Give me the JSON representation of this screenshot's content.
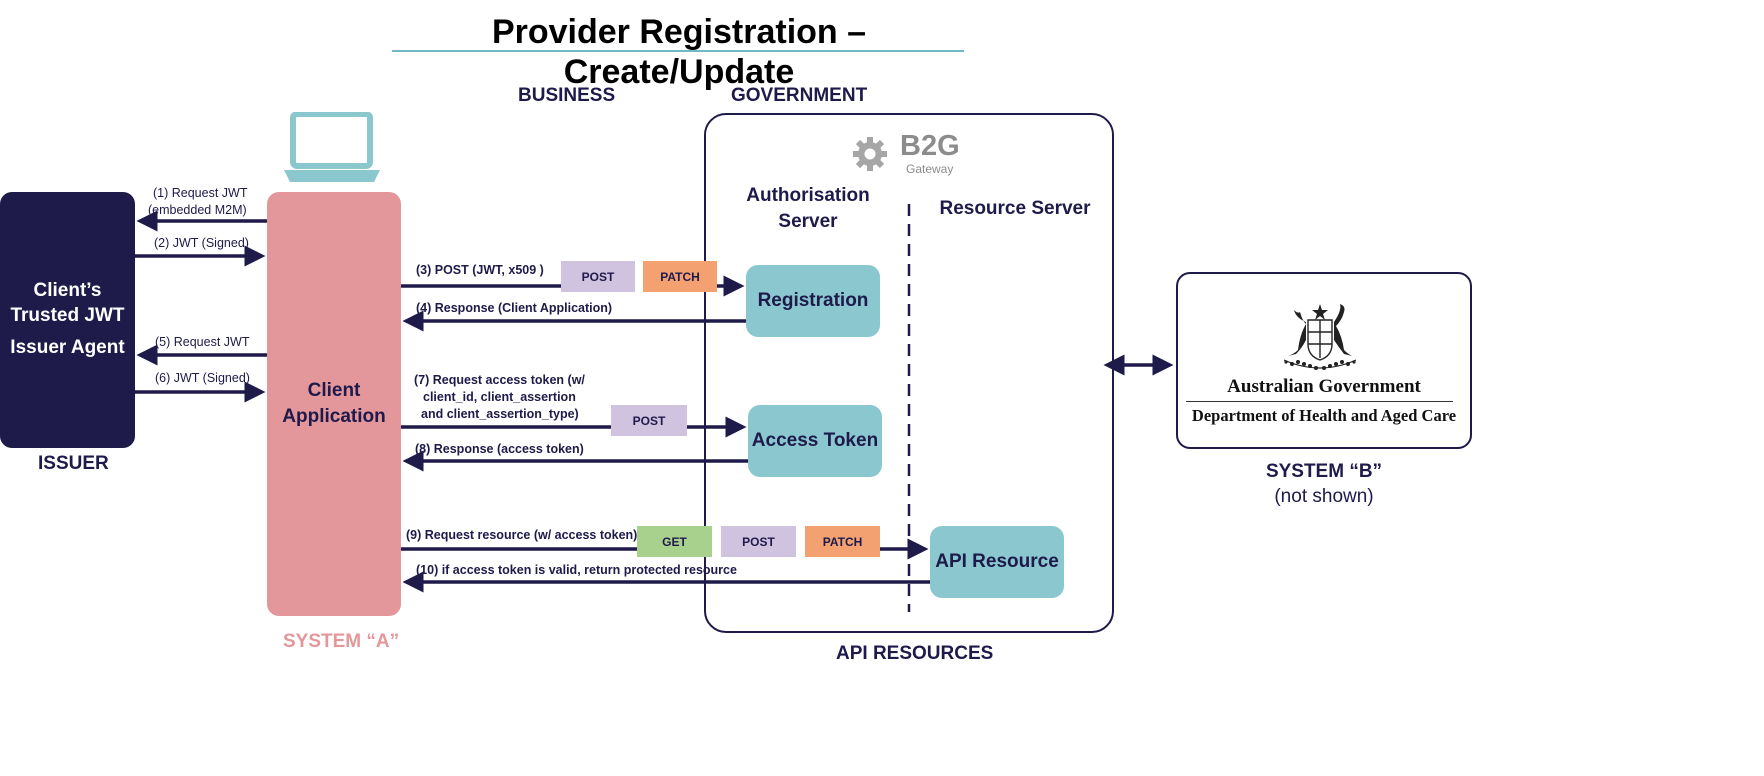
{
  "title": "Provider Registration – Create/Update",
  "sections": {
    "business": "BUSINESS",
    "government": "GOVERNMENT",
    "api_resources": "API RESOURCES",
    "issuer": "ISSUER",
    "system_a": "SYSTEM “A”",
    "system_b": "SYSTEM “B”",
    "system_b_note": "(not shown)"
  },
  "issuer_box": {
    "line1": "Client’s",
    "line2": "Trusted JWT",
    "line3": "Issuer Agent"
  },
  "client_box": {
    "line1": "Client",
    "line2": "Application"
  },
  "gateway": {
    "name": "B2G",
    "sub": "Gateway"
  },
  "servers": {
    "auth_line1": "Authorisation",
    "auth_line2": "Server",
    "resource": "Resource Server"
  },
  "endpoints": {
    "registration": "Registration",
    "access_token": "Access Token",
    "api_resource": "API Resource"
  },
  "external": {
    "org": "Australian Government",
    "dept": "Department of Health and Aged Care"
  },
  "steps": {
    "s1a": "(1) Request JWT",
    "s1b": "(embedded M2M)",
    "s2": "(2) JWT (Signed)",
    "s3": "(3) POST (JWT, x509 )",
    "s4": "(4) Response (Client Application)",
    "s5": "(5) Request JWT",
    "s6": "(6) JWT (Signed)",
    "s7a": "(7) Request access token (w/",
    "s7b": "client_id, client_assertion",
    "s7c": "and client_assertion_type)",
    "s8": "(8) Response (access token)",
    "s9": "(9) Request resource (w/ access token)",
    "s10": "(10) if access token is valid, return protected resource"
  },
  "methods": {
    "post": "POST",
    "patch": "PATCH",
    "get": "GET"
  },
  "colors": {
    "navy": "#1e1a4a",
    "client_pink": "#e4979a",
    "teal": "#8ac7cf",
    "post": "#cfc3df",
    "patch": "#f4a172",
    "get": "#a9d18e",
    "laptop": "#8ac7cf"
  },
  "icons": {
    "laptop": "laptop-icon",
    "gear": "gear-icon",
    "crest": "coat-of-arms-icon"
  }
}
